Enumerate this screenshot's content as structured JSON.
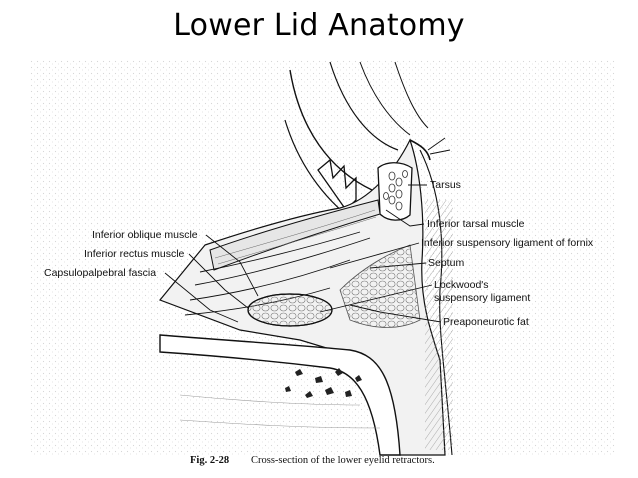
{
  "title": "Lower Lid Anatomy",
  "labels": {
    "tarsus": "Tarsus",
    "inferior_tarsal_muscle": "Inferior tarsal muscle",
    "inferior_suspensory_ligament_of_fornix": "Inferior suspensory ligament of fornix",
    "septum": "Septum",
    "lockwoods_line1": "Lockwood's",
    "lockwoods_line2": "suspensory ligament",
    "preaponeurotic_fat": "Preaponeurotic fat",
    "inferior_oblique_muscle": "Inferior oblique muscle",
    "inferior_rectus_muscle": "Inferior rectus muscle",
    "capsulopalpebral_fascia": "Capsulopalpebral fascia"
  },
  "caption": {
    "figure_number": "Fig. 2-28",
    "text": "Cross-section of the lower eyelid retractors."
  }
}
